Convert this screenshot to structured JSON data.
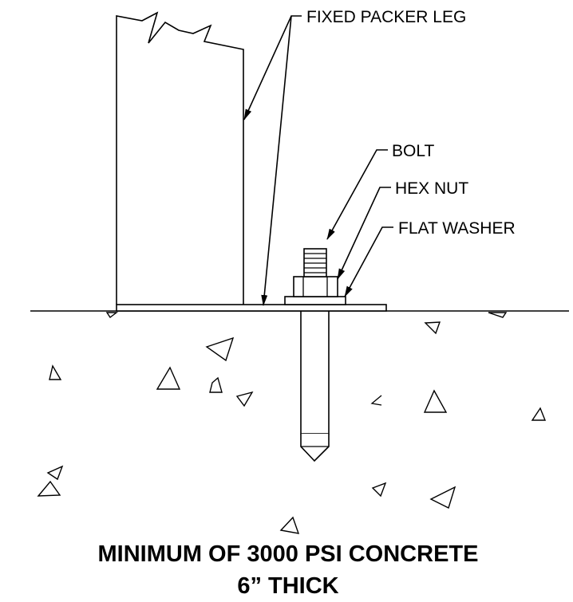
{
  "labels": {
    "fixed_packer_leg": "FIXED PACKER LEG",
    "bolt": "BOLT",
    "hex_nut": "HEX NUT",
    "flat_washer": "FLAT WASHER"
  },
  "caption": {
    "line1": "MINIMUM OF 3000 PSI CONCRETE",
    "line2": "6” THICK"
  },
  "colors": {
    "line": "#000000",
    "background": "#ffffff"
  }
}
